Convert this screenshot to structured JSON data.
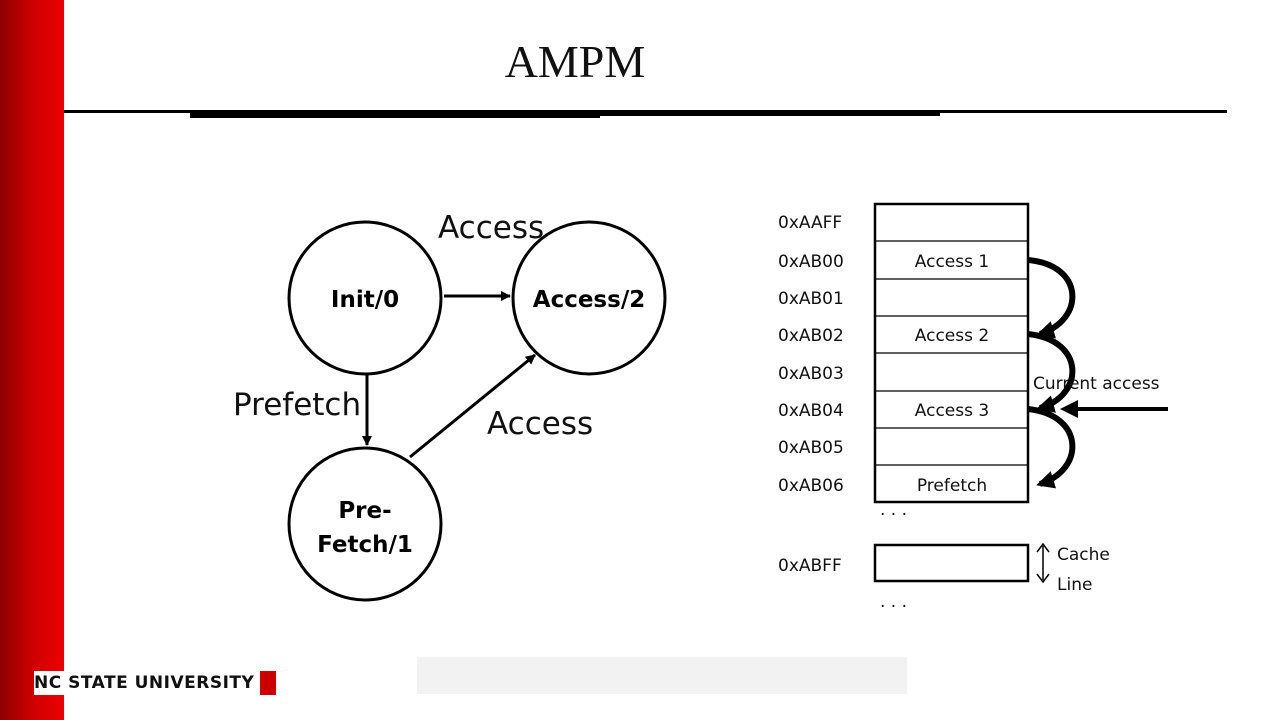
{
  "slide": {
    "title": "AMPM",
    "brand_text": "NC STATE UNIVERSITY"
  },
  "state_machine": {
    "states": [
      {
        "id": "init",
        "label": "Init/0"
      },
      {
        "id": "access",
        "label": "Access/2"
      },
      {
        "id": "prefetch",
        "label_line1": "Pre-",
        "label_line2": "Fetch/1"
      }
    ],
    "edges": [
      {
        "from": "init",
        "to": "access",
        "label": "Access"
      },
      {
        "from": "init",
        "to": "prefetch",
        "label": "Prefetch"
      },
      {
        "from": "prefetch",
        "to": "access",
        "label": "Access"
      }
    ]
  },
  "memory": {
    "rows": [
      {
        "address": "0xAAFF",
        "content": ""
      },
      {
        "address": "0xAB00",
        "content": "Access 1"
      },
      {
        "address": "0xAB01",
        "content": ""
      },
      {
        "address": "0xAB02",
        "content": "Access 2"
      },
      {
        "address": "0xAB03",
        "content": ""
      },
      {
        "address": "0xAB04",
        "content": "Access 3"
      },
      {
        "address": "0xAB05",
        "content": ""
      },
      {
        "address": "0xAB06",
        "content": "Prefetch"
      }
    ],
    "last_address": "0xABFF",
    "ellipsis": ". . .",
    "current_access_label": "Current access",
    "cache_line_label_1": "Cache",
    "cache_line_label_2": "Line"
  },
  "colors": {
    "sidebar_red": "#cc0000",
    "ink": "#000000"
  }
}
